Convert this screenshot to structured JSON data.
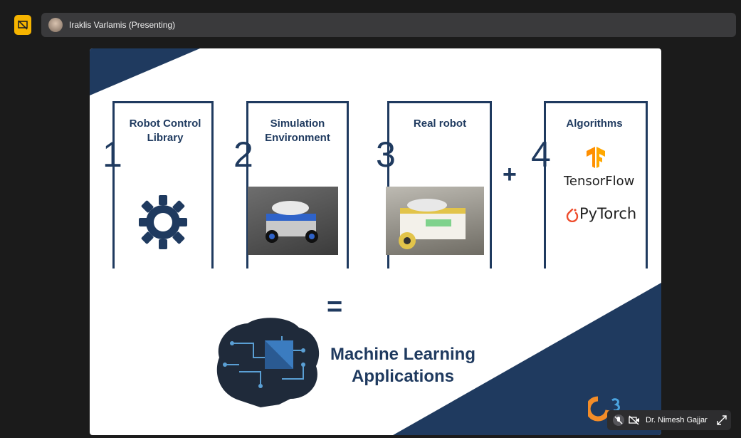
{
  "header": {
    "presenter_name": "Iraklis Varlamis (Presenting)"
  },
  "slide": {
    "steps": [
      {
        "number": "1",
        "title": "Robot Control\nLibrary"
      },
      {
        "number": "2",
        "title": "Simulation\nEnvironment"
      },
      {
        "number": "3",
        "title": "Real robot"
      },
      {
        "number": "4",
        "title": "Algorithms"
      }
    ],
    "plus": "+",
    "equals": "=",
    "result": "Machine Learning\nApplications",
    "frameworks": {
      "tensorflow": "TensorFlow",
      "pytorch": "PyTorch"
    }
  },
  "participant": {
    "name": "Dr. Nimesh Gajjar"
  },
  "colors": {
    "slide_navy": "#1f3a5f",
    "present_accent": "#f6b400",
    "tensorflow_orange": "#ff8f00",
    "pytorch_red": "#ee4c2c"
  }
}
